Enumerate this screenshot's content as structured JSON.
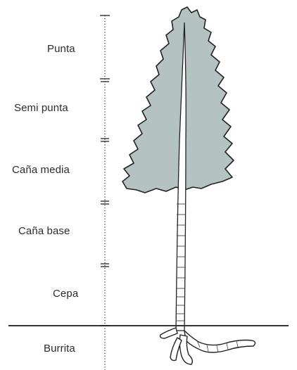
{
  "sections": [
    {
      "label": "Punta"
    },
    {
      "label": "Semi punta"
    },
    {
      "label": "Caña media"
    },
    {
      "label": "Caña base"
    },
    {
      "label": "Cepa"
    },
    {
      "label": "Burrita"
    }
  ],
  "colors": {
    "crown_fill": "#b4c2c2",
    "outline": "#222222",
    "ground_line": "#333333",
    "text": "#2c2c2c"
  }
}
